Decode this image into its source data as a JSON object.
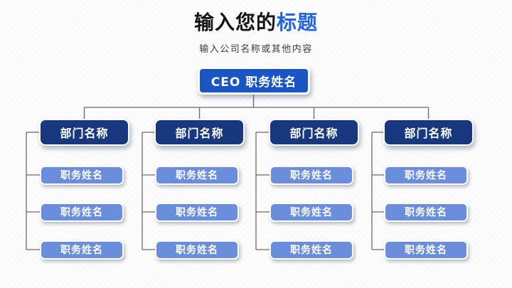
{
  "slide": {
    "title": {
      "prefix": "输入您的",
      "highlight": "标题",
      "highlight_color": "#2064E0"
    },
    "subtitle": "输入公司名称或其他内容",
    "colors": {
      "ceo_fill": "#1A55C5",
      "department_fill": "#17387E",
      "member_fill": "#6B8EDC",
      "connector_line": "#6A6A6A",
      "text_on_boxes": "#FFFFFF"
    },
    "ceo": {
      "label": "CEO 职务姓名"
    },
    "departments": [
      {
        "label": "部门名称",
        "members": [
          "职务姓名",
          "职务姓名",
          "职务姓名"
        ]
      },
      {
        "label": "部门名称",
        "members": [
          "职务姓名",
          "职务姓名",
          "职务姓名"
        ]
      },
      {
        "label": "部门名称",
        "members": [
          "职务姓名",
          "职务姓名",
          "职务姓名"
        ]
      },
      {
        "label": "部门名称",
        "members": [
          "职务姓名",
          "职务姓名",
          "职务姓名"
        ]
      }
    ]
  }
}
